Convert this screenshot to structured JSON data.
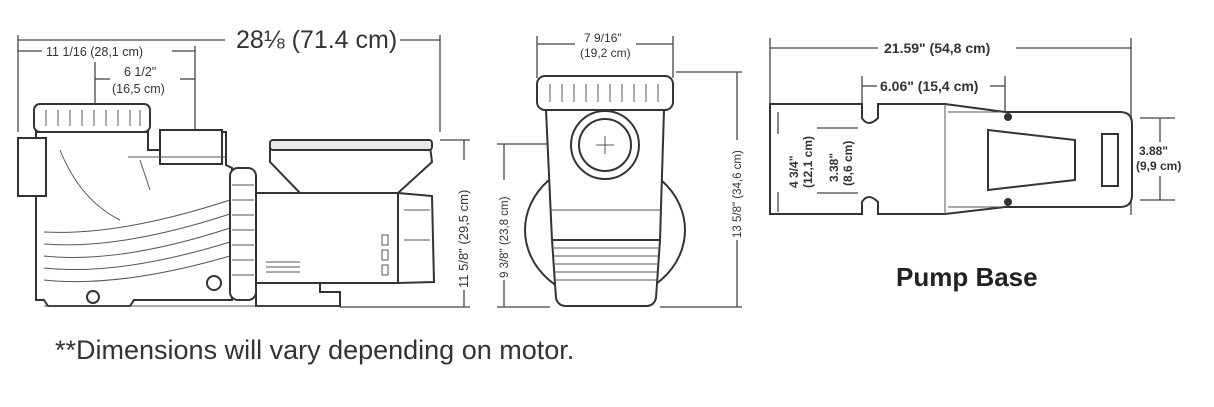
{
  "side_view": {
    "overall_length": "28⅛ (71.4 cm)",
    "inlet_offset": "11 1/16 (28,1 cm)",
    "inlet_spacing_line1": "6 1/2\"",
    "inlet_spacing_line2": "(16,5 cm)",
    "height": "11 5/8\" (29,5 cm)"
  },
  "front_view": {
    "width_line1": "7 9/16\"",
    "width_line2": "(19,2 cm)",
    "inlet_height": "9 3/8\" (23,8 cm)",
    "overall_height": "13 5/8\" (34,6 cm)"
  },
  "pump_base": {
    "title": "Pump Base",
    "length": "21.59\" (54,8 cm)",
    "slot_offset": "6.06\" (15,4 cm)",
    "outer_width_line1": "4 3/4\"",
    "outer_width_line2": "(12,1 cm)",
    "inner_width_line1": "3.38\"",
    "inner_width_line2": "(8,6 cm)",
    "end_width_line1": "3.88\"",
    "end_width_line2": "(9,9 cm)"
  },
  "footnote": "**Dimensions will vary depending on motor."
}
